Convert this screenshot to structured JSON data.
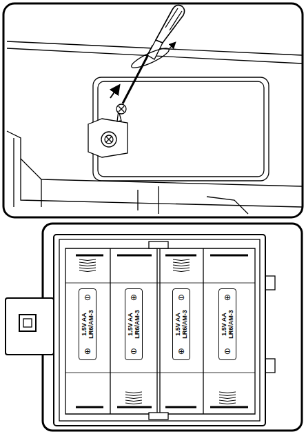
{
  "diagram": {
    "nodes": [
      {
        "text": [
          "⊖",
          "1.5V AA",
          "LR6/AM-3",
          "⊕"
        ]
      },
      {
        "text": [
          "⊕",
          "1.5V AA",
          "LR6/AM-3",
          "⊖"
        ]
      },
      {
        "text": [
          "⊖",
          "1.5V AA",
          "LR6/AM-3",
          "⊕"
        ]
      },
      {
        "text": [
          "⊕",
          "1.5V AA",
          "LR6/AM-3",
          "⊖"
        ]
      }
    ]
  }
}
